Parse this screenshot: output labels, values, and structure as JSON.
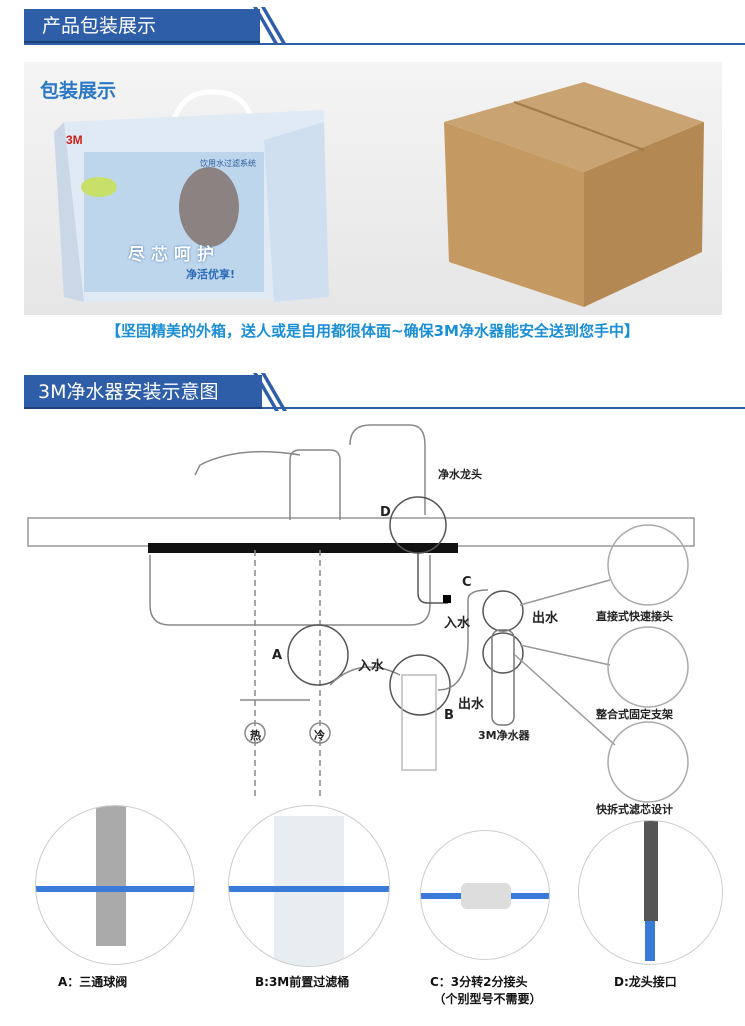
{
  "section1": {
    "title": "产品包装展示"
  },
  "packaging": {
    "label": "包装展示",
    "box_brand": "3M",
    "box_side_text": "饮用水过滤系统",
    "box_slogan": "尽芯呵护",
    "box_slogan2": "净活优享!"
  },
  "caption": "【坚固精美的外箱，送人或是自用都很体面~确保3M净水器能安全送到您手中】",
  "section2": {
    "title": "3M净水器安装示意图"
  },
  "diagram": {
    "faucet_label": "净水龙头",
    "D": "D",
    "C": "C",
    "A": "A",
    "B": "B",
    "inlet1": "入水",
    "outlet1": "出水",
    "inlet2": "入水",
    "outlet2": "出水",
    "purifier": "3M净水器",
    "hot": "热",
    "cold": "冷",
    "callouts": [
      "直接式快速接头",
      "整合式固定支架",
      "快拆式滤芯设计"
    ]
  },
  "parts": [
    {
      "label": "A：三通球阀"
    },
    {
      "label": "B:3M前置过滤桶"
    },
    {
      "label": "C：3分转2分接头",
      "note": "（个别型号不需要）"
    },
    {
      "label": "D:龙头接口"
    }
  ],
  "colors": {
    "accent": "#2f5ea8",
    "caption": "#1a8fd6"
  }
}
